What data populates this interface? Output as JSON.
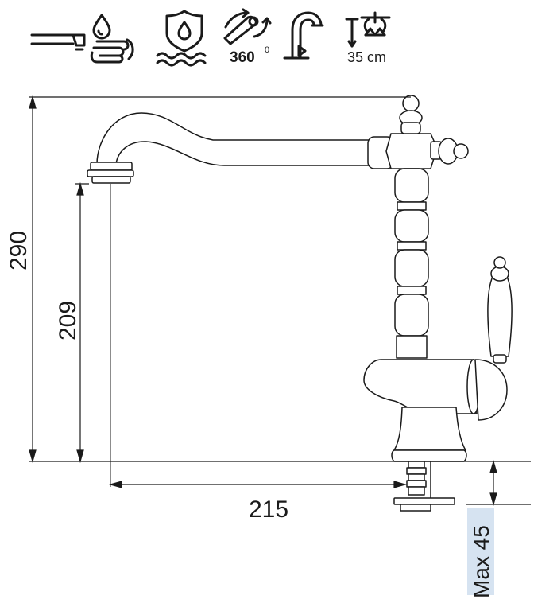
{
  "icons": [
    {
      "name": "spout-outlet-icon"
    },
    {
      "name": "water-drop-hand-icon"
    },
    {
      "name": "water-shield-icon"
    },
    {
      "name": "swivel-360-icon",
      "label": "360",
      "sup": "0"
    },
    {
      "name": "high-spout-icon"
    },
    {
      "name": "mounting-depth-icon",
      "label": "35 cm"
    }
  ],
  "dimensions": {
    "total_height": "290",
    "spout_height": "209",
    "reach": "215",
    "max_mounting": "Max 45"
  },
  "colors": {
    "line": "#1a1a1a",
    "highlight": "#d6e3f1"
  }
}
